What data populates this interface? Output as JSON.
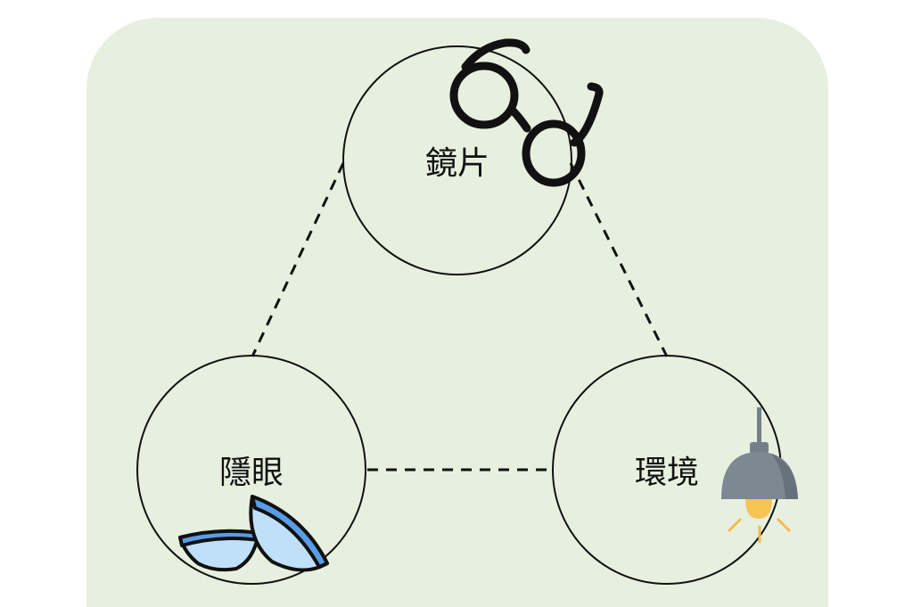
{
  "diagram": {
    "background_color": "#e7f0de",
    "nodes": {
      "lens": {
        "label": "鏡片",
        "icon": "glasses-icon"
      },
      "contact": {
        "label": "隱眼",
        "icon": "contact-lens-icon"
      },
      "environment": {
        "label": "環境",
        "icon": "pendant-lamp-icon"
      }
    },
    "connections": [
      {
        "from": "lens",
        "to": "contact",
        "style": "dashed"
      },
      {
        "from": "lens",
        "to": "environment",
        "style": "dashed"
      },
      {
        "from": "contact",
        "to": "environment",
        "style": "dashed"
      }
    ]
  }
}
